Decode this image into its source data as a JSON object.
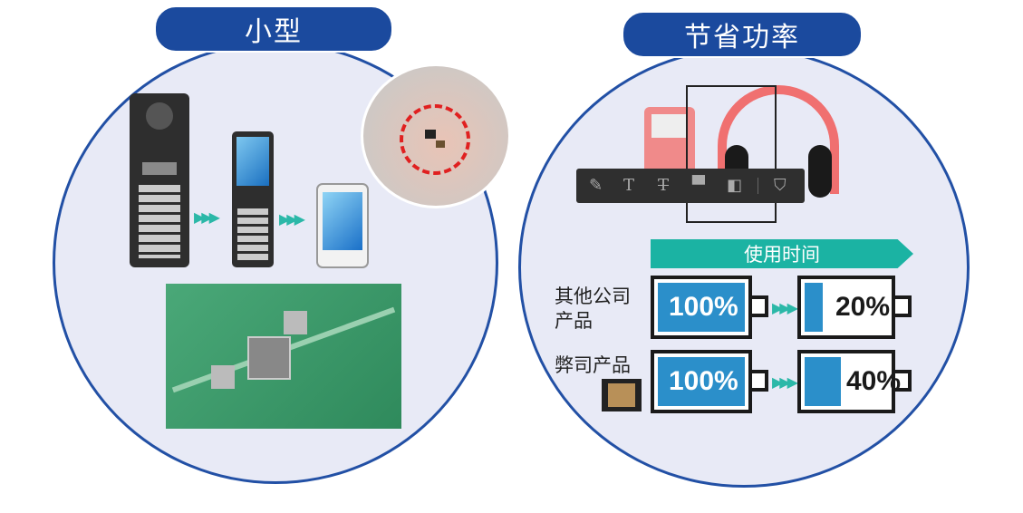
{
  "left_panel": {
    "title": "小型"
  },
  "right_panel": {
    "title": "节省功率",
    "banner": "使用时间",
    "rows": [
      {
        "label": "其他公司产品",
        "start_pct": "100%",
        "end_pct": "20%",
        "end_level": 0.2
      },
      {
        "label": "弊司产品",
        "start_pct": "100%",
        "end_pct": "40%",
        "end_level": 0.4
      }
    ]
  },
  "toolbar": {
    "icons": [
      "pen-icon",
      "text-icon",
      "strikethrough-text-icon",
      "text-box-icon",
      "layers-icon",
      "tag-edit-icon"
    ]
  },
  "colors": {
    "accent": "#1b4a9e",
    "teal": "#1bb3a3",
    "battery": "#2b8fca"
  }
}
